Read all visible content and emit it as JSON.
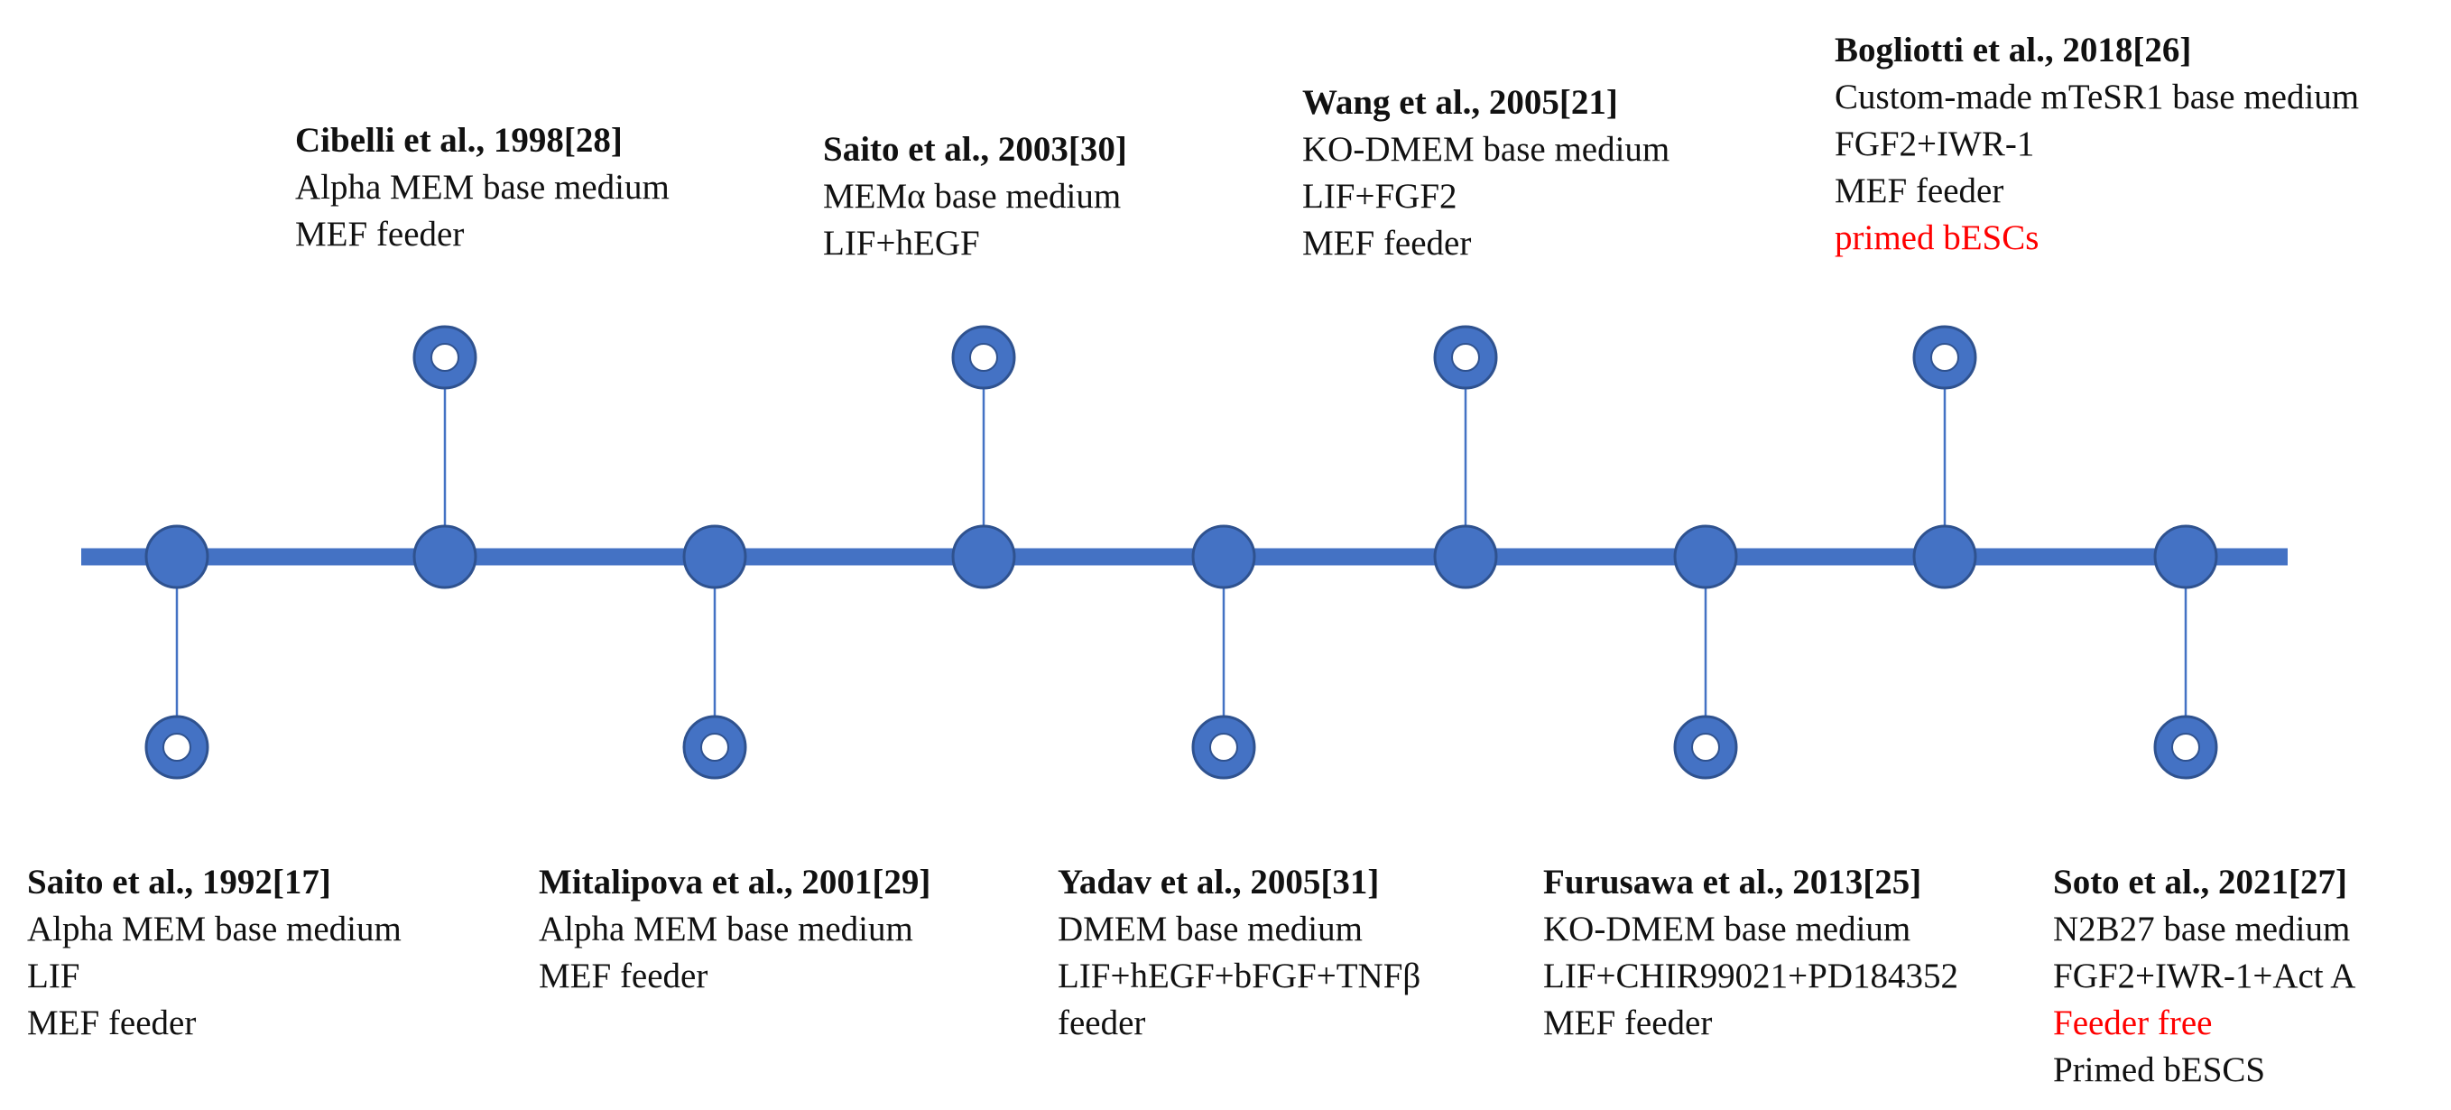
{
  "colors": {
    "timeline": "#4472C4",
    "node_stroke": "#2F528F",
    "text": "#111111",
    "highlight": "#FF0000"
  },
  "events": [
    {
      "id": "saito-1992",
      "position": "below",
      "title": "Saito et al., 1992[17]",
      "lines": [
        {
          "text": "Alpha MEM base medium",
          "highlight": false
        },
        {
          "text": "LIF",
          "highlight": false
        },
        {
          "text": "MEF feeder",
          "highlight": false
        }
      ]
    },
    {
      "id": "cibelli-1998",
      "position": "above",
      "title": "Cibelli et al., 1998[28]",
      "lines": [
        {
          "text": "Alpha MEM base medium",
          "highlight": false
        },
        {
          "text": "MEF feeder",
          "highlight": false
        }
      ]
    },
    {
      "id": "mitalipova-2001",
      "position": "below",
      "title": "Mitalipova et al., 2001[29]",
      "lines": [
        {
          "text": "Alpha MEM base medium",
          "highlight": false
        },
        {
          "text": "MEF feeder",
          "highlight": false
        }
      ]
    },
    {
      "id": "saito-2003",
      "position": "above",
      "title": "Saito et al., 2003[30]",
      "lines": [
        {
          "text": "MEMα base medium",
          "highlight": false
        },
        {
          "text": "LIF+hEGF",
          "highlight": false
        }
      ]
    },
    {
      "id": "yadav-2005",
      "position": "below",
      "title": "Yadav et al., 2005[31]",
      "lines": [
        {
          "text": "DMEM base medium",
          "highlight": false
        },
        {
          "text": "LIF+hEGF+bFGF+TNFβ",
          "highlight": false
        },
        {
          "text": "feeder",
          "highlight": false
        }
      ]
    },
    {
      "id": "wang-2005",
      "position": "above",
      "title": "Wang et al., 2005[21]",
      "lines": [
        {
          "text": "KO-DMEM base medium",
          "highlight": false
        },
        {
          "text": "LIF+FGF2",
          "highlight": false
        },
        {
          "text": "MEF feeder",
          "highlight": false
        }
      ]
    },
    {
      "id": "furusawa-2013",
      "position": "below",
      "title": "Furusawa et al., 2013[25]",
      "lines": [
        {
          "text": "KO-DMEM base medium",
          "highlight": false
        },
        {
          "text": "LIF+CHIR99021+PD184352",
          "highlight": false
        },
        {
          "text": "MEF feeder",
          "highlight": false
        }
      ]
    },
    {
      "id": "bogliotti-2018",
      "position": "above",
      "title": "Bogliotti et al., 2018[26]",
      "lines": [
        {
          "text": "Custom-made mTeSR1 base medium",
          "highlight": false
        },
        {
          "text": "FGF2+IWR-1",
          "highlight": false
        },
        {
          "text": "MEF feeder",
          "highlight": false
        },
        {
          "text": "primed bESCs",
          "highlight": true
        }
      ]
    },
    {
      "id": "soto-2021",
      "position": "below",
      "title": "Soto et al., 2021[27]",
      "lines": [
        {
          "text": "N2B27 base medium",
          "highlight": false
        },
        {
          "text": "FGF2+IWR-1+Act A",
          "highlight": false
        },
        {
          "text": "Feeder free",
          "highlight": true
        },
        {
          "text": "Primed bESCS",
          "highlight": false
        }
      ]
    }
  ]
}
